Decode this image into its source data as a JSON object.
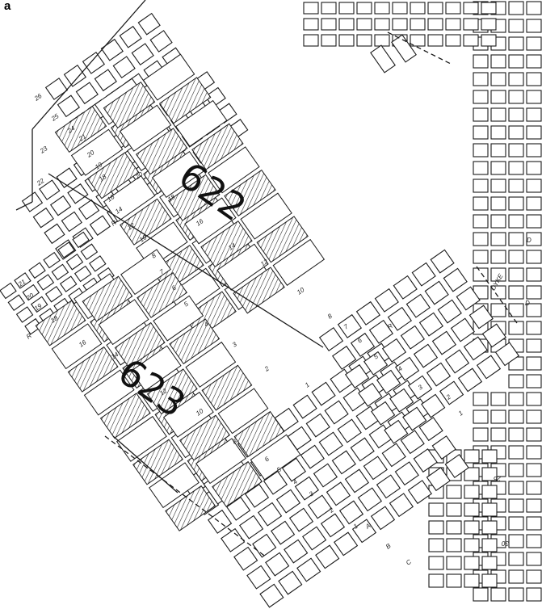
{
  "panel_label": "a",
  "panels": [
    {
      "label": "622",
      "kind": "hatched-panel"
    },
    {
      "label": "623",
      "kind": "hatched-panel"
    }
  ],
  "main_heading_labels": [
    "26",
    "25",
    "24",
    "23",
    "22",
    "21",
    "20",
    "19",
    "18",
    "16",
    "14",
    "12",
    "10",
    "8",
    "7",
    "6",
    "5",
    "4",
    "3",
    "2",
    "1"
  ],
  "annotation_R": "R",
  "annotation_D": "D",
  "annotation_dyke": "DYKE",
  "right_edge_numbers": [
    "26",
    "30"
  ],
  "lower_letters": [
    "A",
    "B",
    "C"
  ]
}
